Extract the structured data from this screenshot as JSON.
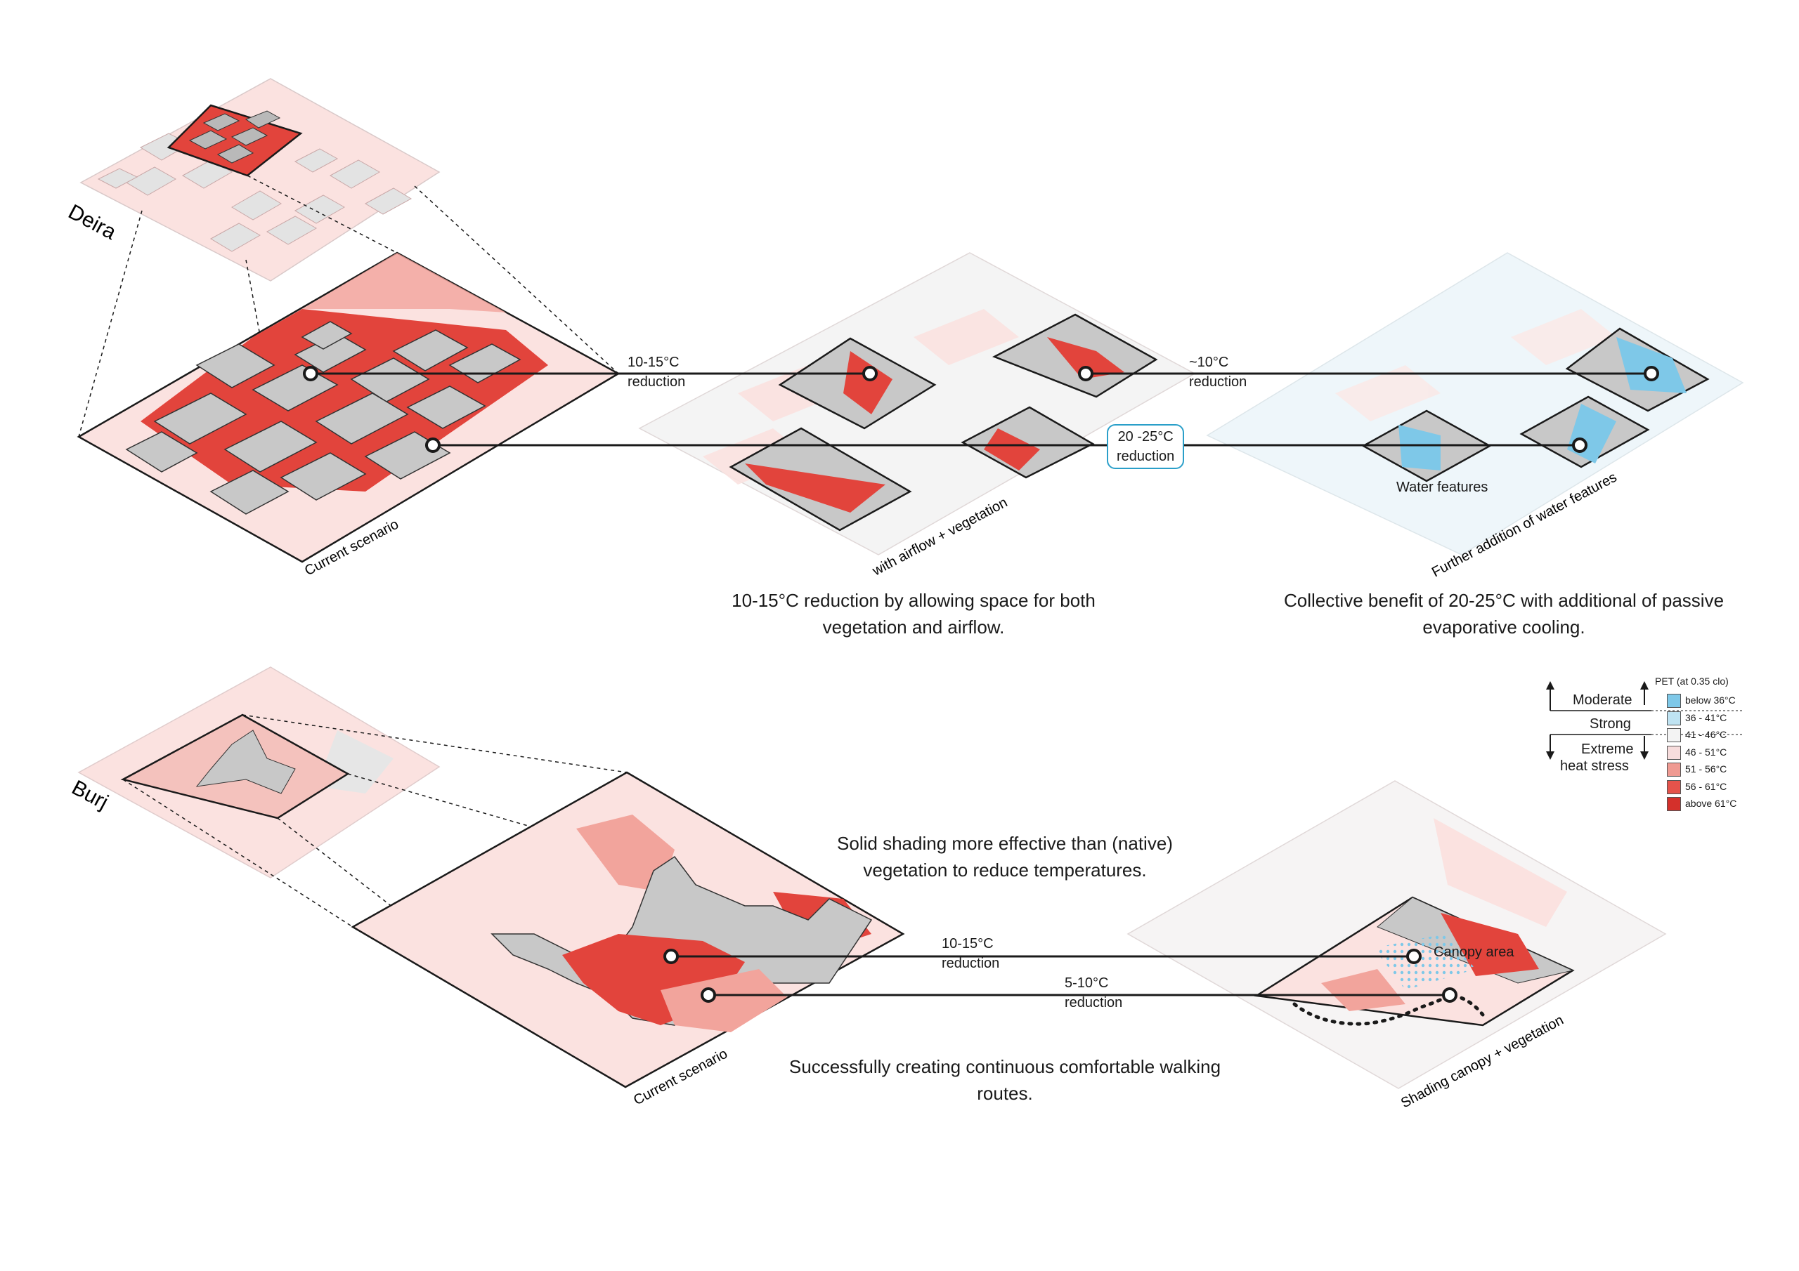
{
  "sites": {
    "deira": "Deira",
    "burj": "Burj"
  },
  "scenarios": {
    "deira_current": "Current scenario",
    "deira_airflow": "with airflow + vegetation",
    "deira_water": "Further addition of water features",
    "burj_current": "Current scenario",
    "burj_canopy": "Shading canopy + vegetation"
  },
  "reductions": {
    "d1_a": "10-15°C",
    "d1_b": "reduction",
    "d2_a": "~10°C",
    "d2_b": "reduction",
    "d3_a": "20 -25°C",
    "d3_b": "reduction",
    "b1_a": "10-15°C",
    "b1_b": "reduction",
    "b2_a": "5-10°C",
    "b2_b": "reduction"
  },
  "labels": {
    "water_features": "Water features",
    "canopy_area": "Canopy area"
  },
  "captions": {
    "airflow": "10-15°C reduction by allowing space for both vegetation and airflow.",
    "water": "Collective benefit of 20-25°C with additional of passive evaporative cooling.",
    "shading": "Solid shading more effective than (native) vegetation to reduce temperatures.",
    "routes": "Successfully creating continuous comfortable walking routes."
  },
  "legend": {
    "title": "PET (at 0.35 clo)",
    "moderate": "Moderate",
    "strong": "Strong",
    "extreme": "Extreme",
    "heat_stress": "heat stress",
    "items": [
      {
        "label": "below 36°C",
        "color": "#7ec8e8"
      },
      {
        "label": "36 - 41°C",
        "color": "#bfe3f2"
      },
      {
        "label": "41 - 46°C",
        "color": "#f3f3f3"
      },
      {
        "label": "46 - 51°C",
        "color": "#f7dcdc"
      },
      {
        "label": "51 - 56°C",
        "color": "#ef9a92"
      },
      {
        "label": "56 - 61°C",
        "color": "#e5534b"
      },
      {
        "label": "above 61°C",
        "color": "#d4302b"
      }
    ]
  },
  "colors": {
    "building": "#c8c8c8",
    "hot": "#e2443c",
    "warm": "#f2a49c",
    "mild": "#fbe0de",
    "cool": "#e9f5fa",
    "water": "#7ec8e8",
    "outline": "#1a1a1a"
  }
}
